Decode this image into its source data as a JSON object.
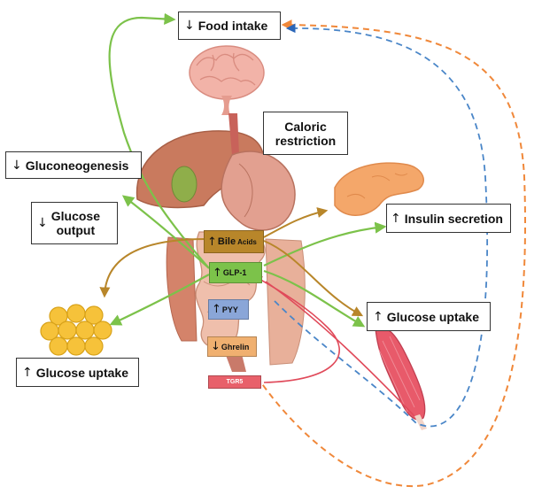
{
  "labels": {
    "food_intake": "Food intake",
    "caloric_restriction_line1": "Caloric",
    "caloric_restriction_line2": "restriction",
    "gluconeogenesis": "Gluconeogenesis",
    "glucose_output_line1": "Glucose",
    "glucose_output_line2": "output",
    "insulin_secretion": "Insulin secretion",
    "glucose_uptake_muscle": "Glucose uptake",
    "glucose_uptake_fat": "Glucose uptake"
  },
  "hormones": {
    "bile_main": "Bile",
    "bile_sub": "Acids",
    "glp1": "GLP-1",
    "pyy": "PYY",
    "ghrelin": "Ghrelin",
    "tgr5": "TGR5"
  },
  "arrows": {
    "up": "↑",
    "down": "↓"
  },
  "colors": {
    "green_arrows": "#7cc24a",
    "brown_arrows": "#b8862a",
    "blue_dashed": "#4a86c8",
    "orange_dashed": "#f0883a",
    "red_tgr5": "#e04a5a",
    "bile_box": "#b8862a",
    "glp1_box": "#7cc24a",
    "pyy_box": "#8aa6d8",
    "ghrelin_box": "#f0b070",
    "tgr5_box": "#e8606a"
  }
}
